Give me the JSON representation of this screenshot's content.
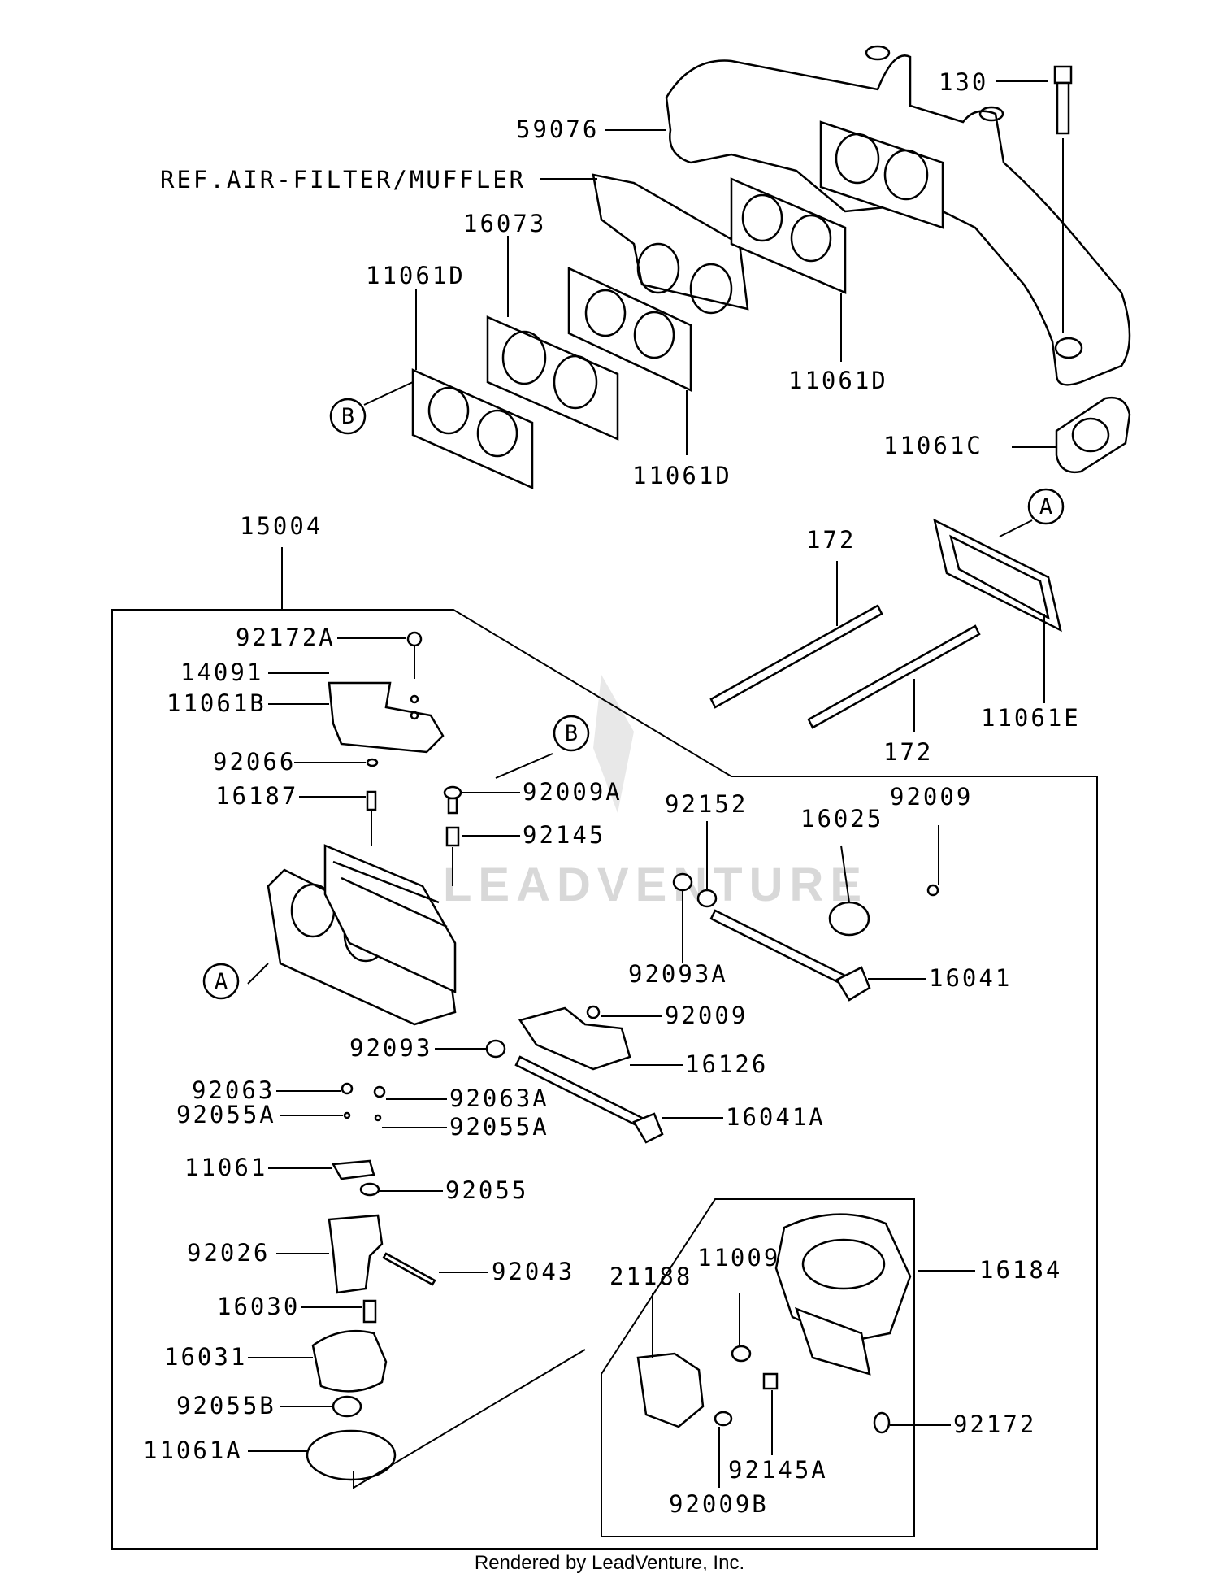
{
  "labels": {
    "p130": "130",
    "p59076": "59076",
    "ref_air_filter": "REF.AIR-FILTER/MUFFLER",
    "p16073": "16073",
    "p11061d_a": "11061D",
    "p11061d_b": "11061D",
    "p11061d_c": "11061D",
    "p11061c": "11061C",
    "p15004": "15004",
    "p172_a": "172",
    "p172_b": "172",
    "p11061e": "11061E",
    "p92172a": "92172A",
    "p14091": "14091",
    "p11061b": "11061B",
    "p92066": "92066",
    "p16187": "16187",
    "p92009a": "92009A",
    "p92145": "92145",
    "p92152": "92152",
    "p92009_a": "92009",
    "p16025": "16025",
    "p92093a": "92093A",
    "p16041": "16041",
    "p92009_b": "92009",
    "p92093": "92093",
    "p16126": "16126",
    "p92063": "92063",
    "p92063a": "92063A",
    "p92055a_a": "92055A",
    "p92055a_b": "92055A",
    "p16041a": "16041A",
    "p11061": "11061",
    "p92055": "92055",
    "p92026": "92026",
    "p92043": "92043",
    "p16030": "16030",
    "p16031": "16031",
    "p92055b": "92055B",
    "p11061a": "11061A",
    "p21188": "21188",
    "p11009": "11009",
    "p16184": "16184",
    "p92172": "92172",
    "p92145a": "92145A",
    "p92009b": "92009B"
  },
  "references": {
    "ref_a": "A",
    "ref_b": "B"
  },
  "watermark": "LEADVENTURE",
  "footer": "Rendered by LeadVenture, Inc."
}
